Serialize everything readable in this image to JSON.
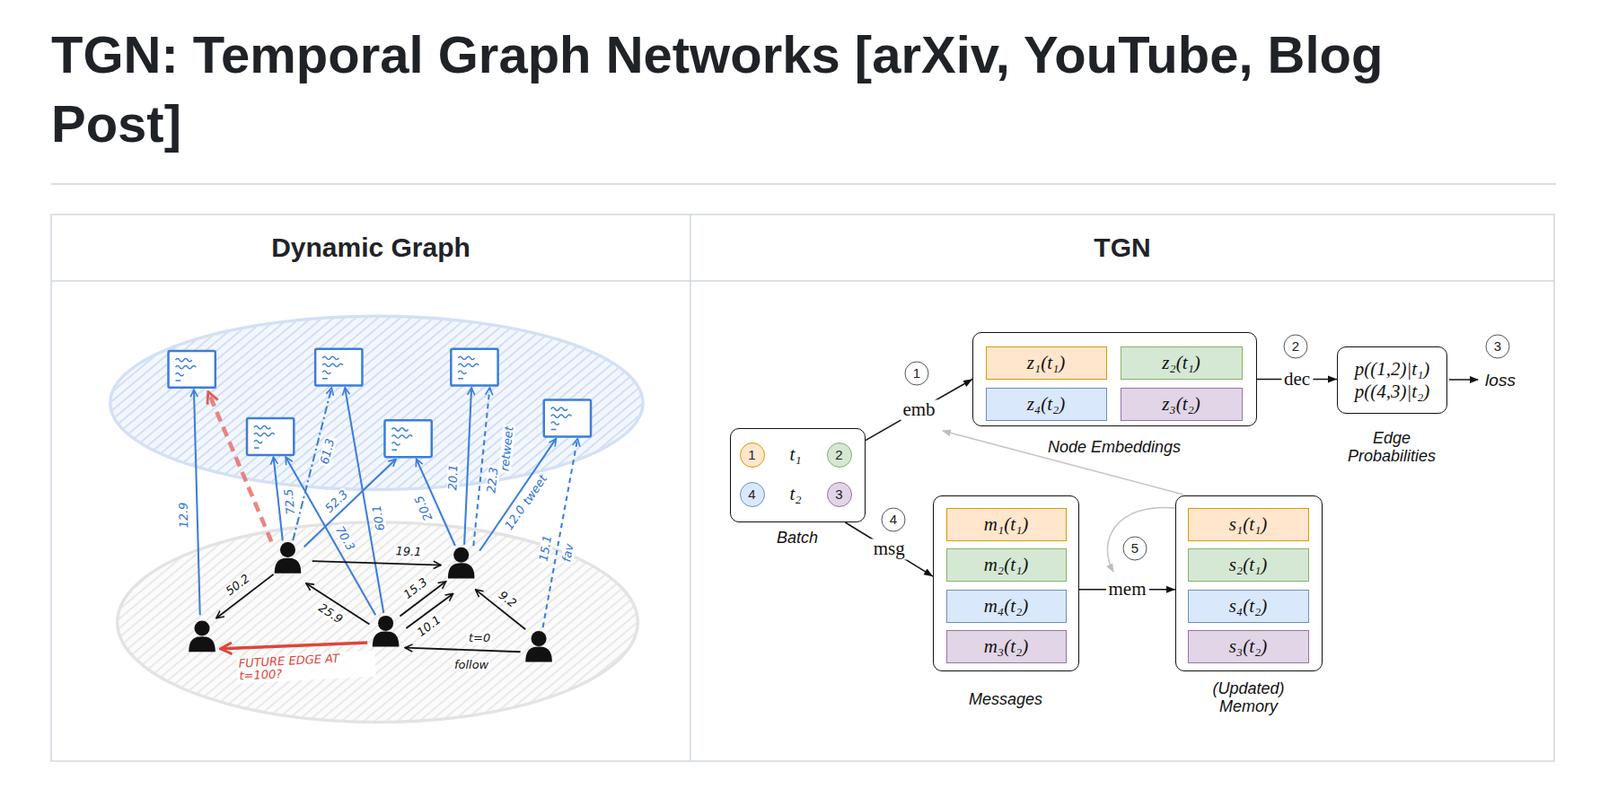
{
  "diagram": {
    "title": "TGN: Temporal Graph Networks [arXiv, YouTube, Blog Post]",
    "nodes": [
      {
        "text": [
          "Batch"
        ]
      },
      {
        "text": [
          "1"
        ],
        "in": 0
      },
      {
        "text": [
          "2"
        ],
        "in": 0
      },
      {
        "text": [
          "4"
        ],
        "in": 0
      },
      {
        "text": [
          "3"
        ],
        "in": 0
      },
      {
        "text": [
          "Node Embeddings"
        ]
      },
      {
        "text": [
          "z₁(t₁)"
        ],
        "in": 5
      },
      {
        "text": [
          "z₂(t₁)"
        ],
        "in": 5
      },
      {
        "text": [
          "z₄(t₂)"
        ],
        "in": 5
      },
      {
        "text": [
          "z₃(t₂)"
        ],
        "in": 5
      },
      {
        "text": [
          "p((1,2)|t₁)",
          "p((4,3)|t₂)",
          "Edge Probabilities"
        ]
      },
      {
        "text": [
          "Messages"
        ]
      },
      {
        "text": [
          "m₁(t₁)"
        ],
        "in": 11
      },
      {
        "text": [
          "m₂(t₁)"
        ],
        "in": 11
      },
      {
        "text": [
          "m₄(t₂)"
        ],
        "in": 11
      },
      {
        "text": [
          "m₃(t₂)"
        ],
        "in": 11
      },
      {
        "text": [
          "(Updated) Memory"
        ]
      },
      {
        "text": [
          "s₁(t₁)"
        ],
        "in": 16
      },
      {
        "text": [
          "s₂(t₁)"
        ],
        "in": 16
      },
      {
        "text": [
          "s₄(t₂)"
        ],
        "in": 16
      },
      {
        "text": [
          "s₃(t₂)"
        ],
        "in": 16
      }
    ],
    "edges": [
      {
        "from": 1,
        "to": 2,
        "arrow": "to",
        "label": "t₁"
      },
      {
        "from": 3,
        "to": 4,
        "arrow": "to",
        "label": "t₂"
      },
      {
        "from": 0,
        "to": 5,
        "arrow": "to",
        "label": "emb"
      },
      {
        "from": 5,
        "to": 10,
        "arrow": "to",
        "label": "dec"
      },
      {
        "from": 0,
        "to": 11,
        "arrow": "to",
        "label": "msg"
      },
      {
        "from": 11,
        "to": 16,
        "arrow": "to",
        "label": "mem"
      }
    ],
    "labels": [
      "Dynamic Graph",
      "TGN",
      "12.9",
      "72.5",
      "61.3",
      "52.3",
      "70.3",
      "60.1",
      "20.5",
      "20.1",
      "22.3",
      "retweet",
      "12.0",
      "tweet",
      "15.1",
      "fav",
      "19.1",
      "50.2",
      "25.9",
      "15.3",
      "10.1",
      "9.2",
      "t=0",
      "follow",
      "FUTURE EDGE AT t=100?",
      "1",
      "2",
      "3",
      "4",
      "5",
      "loss"
    ]
  }
}
